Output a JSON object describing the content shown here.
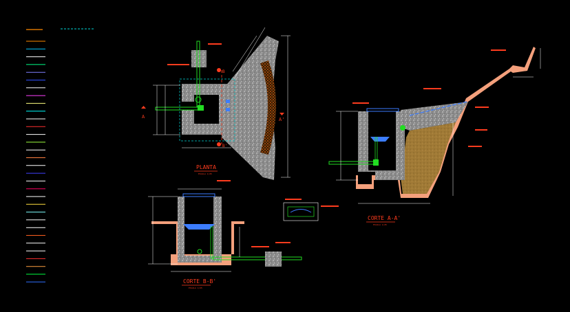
{
  "colors": {
    "background": "#000000",
    "concrete": "#9a9a9a",
    "concrete_speckle": "#dcdcdc",
    "plaster": "#f4a07c",
    "soil": "#a8813a",
    "pipe_green": "#22dd22",
    "water_blue": "#3c7dff",
    "label_red": "#ff3c1e",
    "dim_white": "#ffffff",
    "dash_cyan": "#00d8d8",
    "rock_orange": "#ff7a1a"
  },
  "layer_legend": {
    "swatches": [
      "#ff8a00",
      "#00c8ff",
      "#ffffff",
      "#00ff88",
      "#8080ff",
      "#3050ff",
      "#ffffff",
      "#ff40ff",
      "#ffff80",
      "#00ffff",
      "#ffffff",
      "#ff3030",
      "#ffffff",
      "#a0ff40",
      "#ffffff",
      "#ff8040",
      "#ffffff",
      "#4040ff",
      "#ffffff",
      "#ff0060",
      "#ffffff",
      "#ffe040",
      "#80ffff",
      "#ffffff",
      "#ffffff",
      "#ff6020",
      "#ffffff",
      "#ffffff",
      "#ff3030",
      "#ffa040",
      "#00ff40",
      "#3070ff"
    ]
  },
  "views": {
    "plan": {
      "title": "PLANTA",
      "scale_note": "ESCALA 1/25",
      "section_marks": [
        "A",
        "A'",
        "B",
        "B'"
      ]
    },
    "section_aa": {
      "title": "CORTE A-A'",
      "scale_note": "ESCALA 1/25"
    },
    "section_bb": {
      "title": "CORTE B-B'",
      "scale_note": "ESCALA 1/25"
    }
  }
}
